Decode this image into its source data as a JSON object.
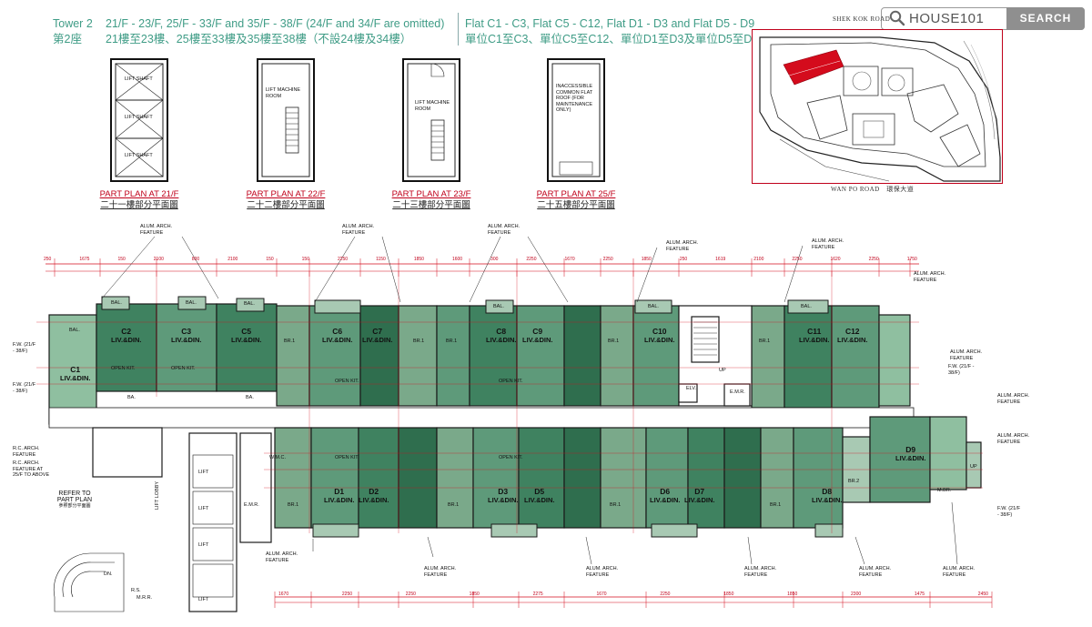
{
  "header": {
    "tower_en": "Tower 2",
    "tower_zh": "第2座",
    "floors_en": "21/F - 23/F, 25/F - 33/F and 35/F - 38/F (24/F and 34/F are omitted)",
    "floors_zh": "21樓至23樓、25樓至33樓及35樓至38樓（不設24樓及34樓）",
    "flats_en": "Flat C1 - C3, Flat C5 - C12, Flat D1 - D3 and Flat D5 - D9",
    "flats_zh": "單位C1至C3、單位C5至C12、單位D1至D3及單位D5至D9"
  },
  "search": {
    "brand": "HOUSE101",
    "button": "SEARCH",
    "icon": "magnifier-icon"
  },
  "minimap": {
    "road_top": "SHEK KOK ROAD",
    "road_bottom": "WAN PO ROAD　環保大道",
    "highlight_color": "#d40b1c"
  },
  "part_plans": [
    {
      "title_en": "PART PLAN AT 21/F",
      "title_zh": "二十一樓部分平面圖",
      "labels": [
        "LIFT SHAFT",
        "LIFT SHAFT",
        "LIFT SHAFT"
      ]
    },
    {
      "title_en": "PART PLAN AT 22/F",
      "title_zh": "二十二樓部分平面圖",
      "labels": [
        "LIFT MACHINE ROOM"
      ]
    },
    {
      "title_en": "PART PLAN AT 23/F",
      "title_zh": "二十三樓部分平面圖",
      "labels": [
        "LIFT MACHINE ROOM"
      ]
    },
    {
      "title_en": "PART PLAN AT 25/F",
      "title_zh": "二十五樓部分平面圖",
      "labels": [
        "INACCESSIBLE COMMON FLAT ROOF (FOR MAINTENANCE ONLY)"
      ]
    }
  ],
  "colors": {
    "unit_fill": "#5e9a7a",
    "unit_dark": "#2f6e4e",
    "unit_light": "#a8c9b3",
    "dimension_red": "#d40b1c",
    "header_green": "#3f9c86"
  },
  "units_upper": [
    {
      "id": "C1",
      "label": "LIV.&DIN."
    },
    {
      "id": "C2",
      "label": "LIV.&DIN."
    },
    {
      "id": "C3",
      "label": "LIV.&DIN."
    },
    {
      "id": "C5",
      "label": "LIV.&DIN."
    },
    {
      "id": "C6",
      "label": "LIV.&DIN."
    },
    {
      "id": "C7",
      "label": "LIV.&DIN."
    },
    {
      "id": "C8",
      "label": "LIV.&DIN."
    },
    {
      "id": "C9",
      "label": "LIV.&DIN."
    },
    {
      "id": "C10",
      "label": "LIV.&DIN."
    },
    {
      "id": "C11",
      "label": "LIV.&DIN."
    },
    {
      "id": "C12",
      "label": "LIV.&DIN."
    }
  ],
  "units_lower": [
    {
      "id": "D1",
      "label": "LIV.&DIN."
    },
    {
      "id": "D2",
      "label": "LIV.&DIN."
    },
    {
      "id": "D3",
      "label": "LIV.&DIN."
    },
    {
      "id": "D5",
      "label": "LIV.&DIN."
    },
    {
      "id": "D6",
      "label": "LIV.&DIN."
    },
    {
      "id": "D7",
      "label": "LIV.&DIN."
    },
    {
      "id": "D8",
      "label": "LIV.&DIN."
    },
    {
      "id": "D9",
      "label": "LIV.&DIN."
    }
  ],
  "room_labels": {
    "bal": "BAL.",
    "br1": "BR.1",
    "br2": "BR.2",
    "mbr": "M.BR.",
    "kit": "OPEN KIT.",
    "ba": "BA.",
    "lift_lobby": "LIFT LOBBY",
    "lift": "LIFT",
    "emr": "E.M.R.",
    "wmc": "W.M.C.",
    "elv": "ELV.",
    "up": "UP",
    "dn": "DN.",
    "rs": "R.S.",
    "mrr": "M.R.R."
  },
  "notes": {
    "alum_feature": "ALUM. ARCH. FEATURE",
    "fw_left": "F.W. (21/F - 38/F)",
    "fw_right": "F.W. (21/F - 38/F)",
    "rc_feature": "R.C. ARCH. FEATURE",
    "rc_feature_above": "R.C. ARCH. FEATURE AT 25/F TO ABOVE",
    "refer": "REFER TO PART PLAN",
    "refer_zh": "參照部分平面圖"
  },
  "dimensions_top": [
    "250",
    "1675",
    "150",
    "2100",
    "800",
    "2100",
    "150",
    "150",
    "2250",
    "1150",
    "1850",
    "1600",
    "300",
    "2250",
    "1670",
    "2250",
    "1850",
    "250",
    "1619",
    "2100",
    "2250",
    "1620",
    "2250",
    "1750"
  ],
  "dimensions_bottom": [
    "1670",
    "2250",
    "2250",
    "1850",
    "2275",
    "1670",
    "2250",
    "1850",
    "1850",
    "2300",
    "1475",
    "2450"
  ]
}
